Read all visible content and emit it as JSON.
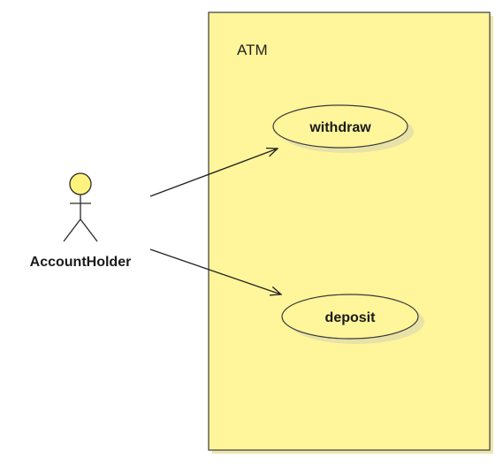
{
  "system": {
    "title": "ATM"
  },
  "actor": {
    "name": "AccountHolder"
  },
  "use_cases": [
    {
      "label": "withdraw"
    },
    {
      "label": "deposit"
    }
  ],
  "colors": {
    "fill": "#fff59a",
    "fill_actor": "#fff37d",
    "stroke": "#3a3a3a",
    "shadow": "#e6e0a6"
  }
}
